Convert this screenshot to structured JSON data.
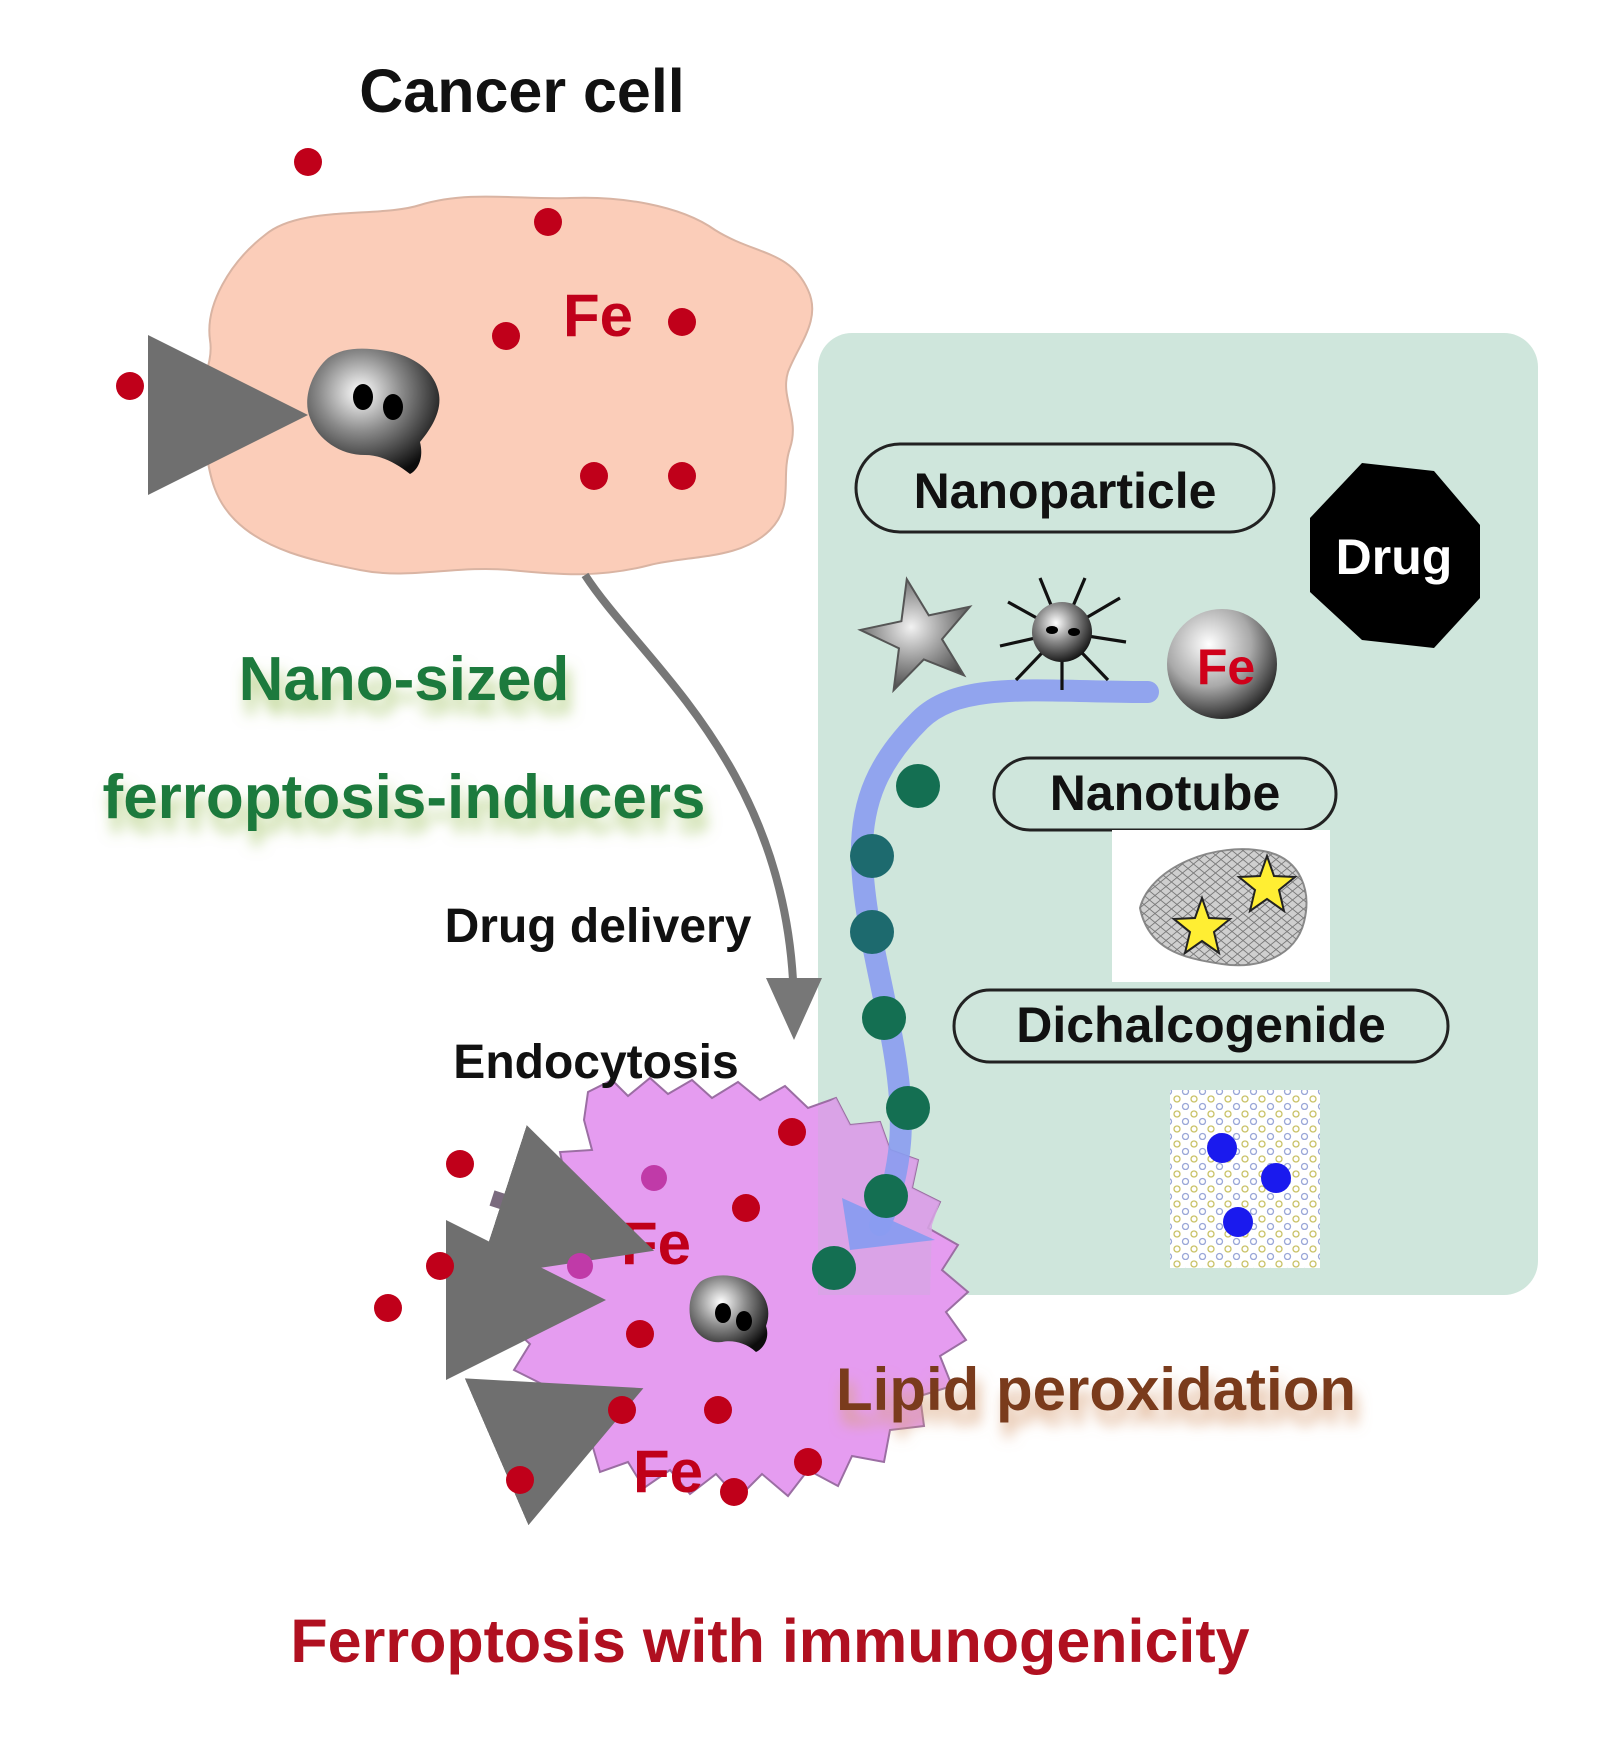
{
  "labels": {
    "cancer_cell": "Cancer cell",
    "fe": "Fe",
    "nano_sized": "Nano-sized",
    "ferroptosis_inducers": "ferroptosis-inducers",
    "drug_delivery": "Drug delivery",
    "endocytosis": "Endocytosis",
    "lipid_peroxidation": "Lipid peroxidation",
    "ferroptosis_immunogenicity": "Ferroptosis with immunogenicity"
  },
  "panel": {
    "nanoparticle": "Nanoparticle",
    "drug": "Drug",
    "fe": "Fe",
    "nanotube": "Nanotube",
    "dichalcogenide": "Dichalcogenide"
  },
  "colors": {
    "iron_dot": "#c0001a",
    "cancer_cell_fill": "#fbcdb9",
    "ferroptotic_cell_fill": "#e59cf0",
    "panel_fill": "#cfe6dc",
    "inducer_text": "#1f7a3c",
    "lipid_text": "#7a3b1c",
    "title_red": "#b01020",
    "lipid_dot": "#146f52",
    "path_blue": "#8a9cf0"
  },
  "icons": [
    "iron-dot",
    "nucleus-icon",
    "star-nanoparticle-icon",
    "spiky-nanoparticle-icon",
    "fe-sphere-icon",
    "drug-octagon-icon",
    "nanotube-icon",
    "dichalcogenide-lattice-icon"
  ]
}
